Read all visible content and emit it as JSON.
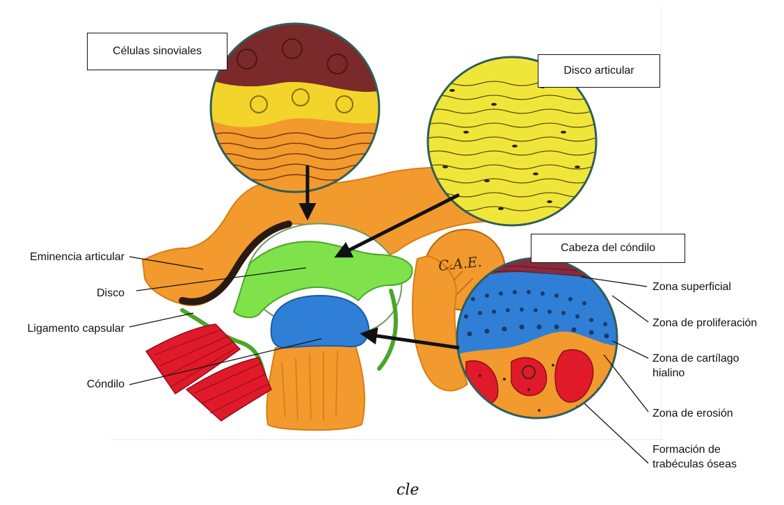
{
  "boxed_labels": {
    "synovial": "Células sinoviales",
    "disc_histo": "Disco articular",
    "condyle_head": "Cabeza del cóndilo"
  },
  "left_labels": {
    "eminence": "Eminencia articular",
    "disc": "Disco",
    "capsular_ligament": "Ligamento capsular",
    "condyle": "Cóndilo"
  },
  "right_labels": {
    "superficial": "Zona superficial",
    "proliferation": "Zona de proliferación",
    "hyaline_1": "Zona de cartílago",
    "hyaline_2": "hialino",
    "erosion": "Zona de erosión",
    "trabecular_1": "Formación de",
    "trabecular_2": "trabéculas óseas"
  },
  "drawing_text": {
    "eac": "C.A.E."
  },
  "signature": "cle",
  "colors": {
    "bone": "#f29a2e",
    "bone_stroke": "#d97c12",
    "disc": "#7fe24a",
    "cartilage": "#2f7fd6",
    "muscle": "#e01a2a",
    "synovial_dark": "#7a2a2a",
    "synovial_yellow": "#f2d42a",
    "fibers": "#f0e63a",
    "outline": "#111111",
    "circle_border": "#2f5e5a"
  }
}
